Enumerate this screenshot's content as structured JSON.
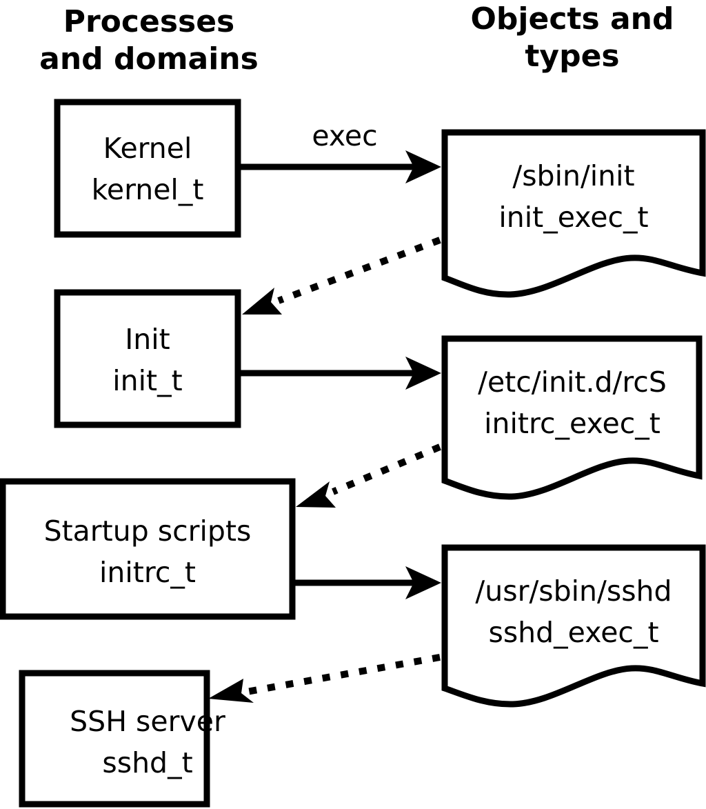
{
  "diagram": {
    "title_left": "Processes\nand domains",
    "title_right": "Objects and\ntypes",
    "columns": {
      "left": {
        "line1": "Processes",
        "line2": "and domains"
      },
      "right": {
        "line1": "Objects and",
        "line2": "types"
      }
    },
    "process_nodes": [
      {
        "id": "kernel",
        "line1": "Kernel",
        "line2": "kernel_t"
      },
      {
        "id": "init",
        "line1": "Init",
        "line2": "init_t"
      },
      {
        "id": "initrc",
        "line1": "Startup scripts",
        "line2": "initrc_t"
      },
      {
        "id": "sshd",
        "line1": "SSH server",
        "line2": "sshd_t"
      }
    ],
    "object_nodes": [
      {
        "id": "init_exec",
        "line1": "/sbin/init",
        "line2": "init_exec_t"
      },
      {
        "id": "initrc_exec",
        "line1": "/etc/init.d/rcS",
        "line2": "initrc_exec_t"
      },
      {
        "id": "sshd_exec",
        "line1": "/usr/sbin/sshd",
        "line2": "sshd_exec_t"
      }
    ],
    "edges": [
      {
        "id": "kernel-exec-init",
        "from": "kernel",
        "to": "init_exec",
        "label": "exec",
        "style": "solid"
      },
      {
        "id": "init_exec-transition-init",
        "from": "init_exec",
        "to": "init",
        "label": "",
        "style": "dotted"
      },
      {
        "id": "init-exec-initrc",
        "from": "init",
        "to": "initrc_exec",
        "label": "",
        "style": "solid"
      },
      {
        "id": "initrc_exec-transition-initrc",
        "from": "initrc_exec",
        "to": "initrc",
        "label": "",
        "style": "dotted"
      },
      {
        "id": "initrc-exec-sshd",
        "from": "initrc",
        "to": "sshd_exec",
        "label": "",
        "style": "solid"
      },
      {
        "id": "sshd_exec-transition-sshd",
        "from": "sshd_exec",
        "to": "sshd",
        "label": "",
        "style": "dotted"
      }
    ],
    "colors": {
      "stroke": "#000000",
      "fill": "#ffffff",
      "text": "#000000"
    }
  }
}
